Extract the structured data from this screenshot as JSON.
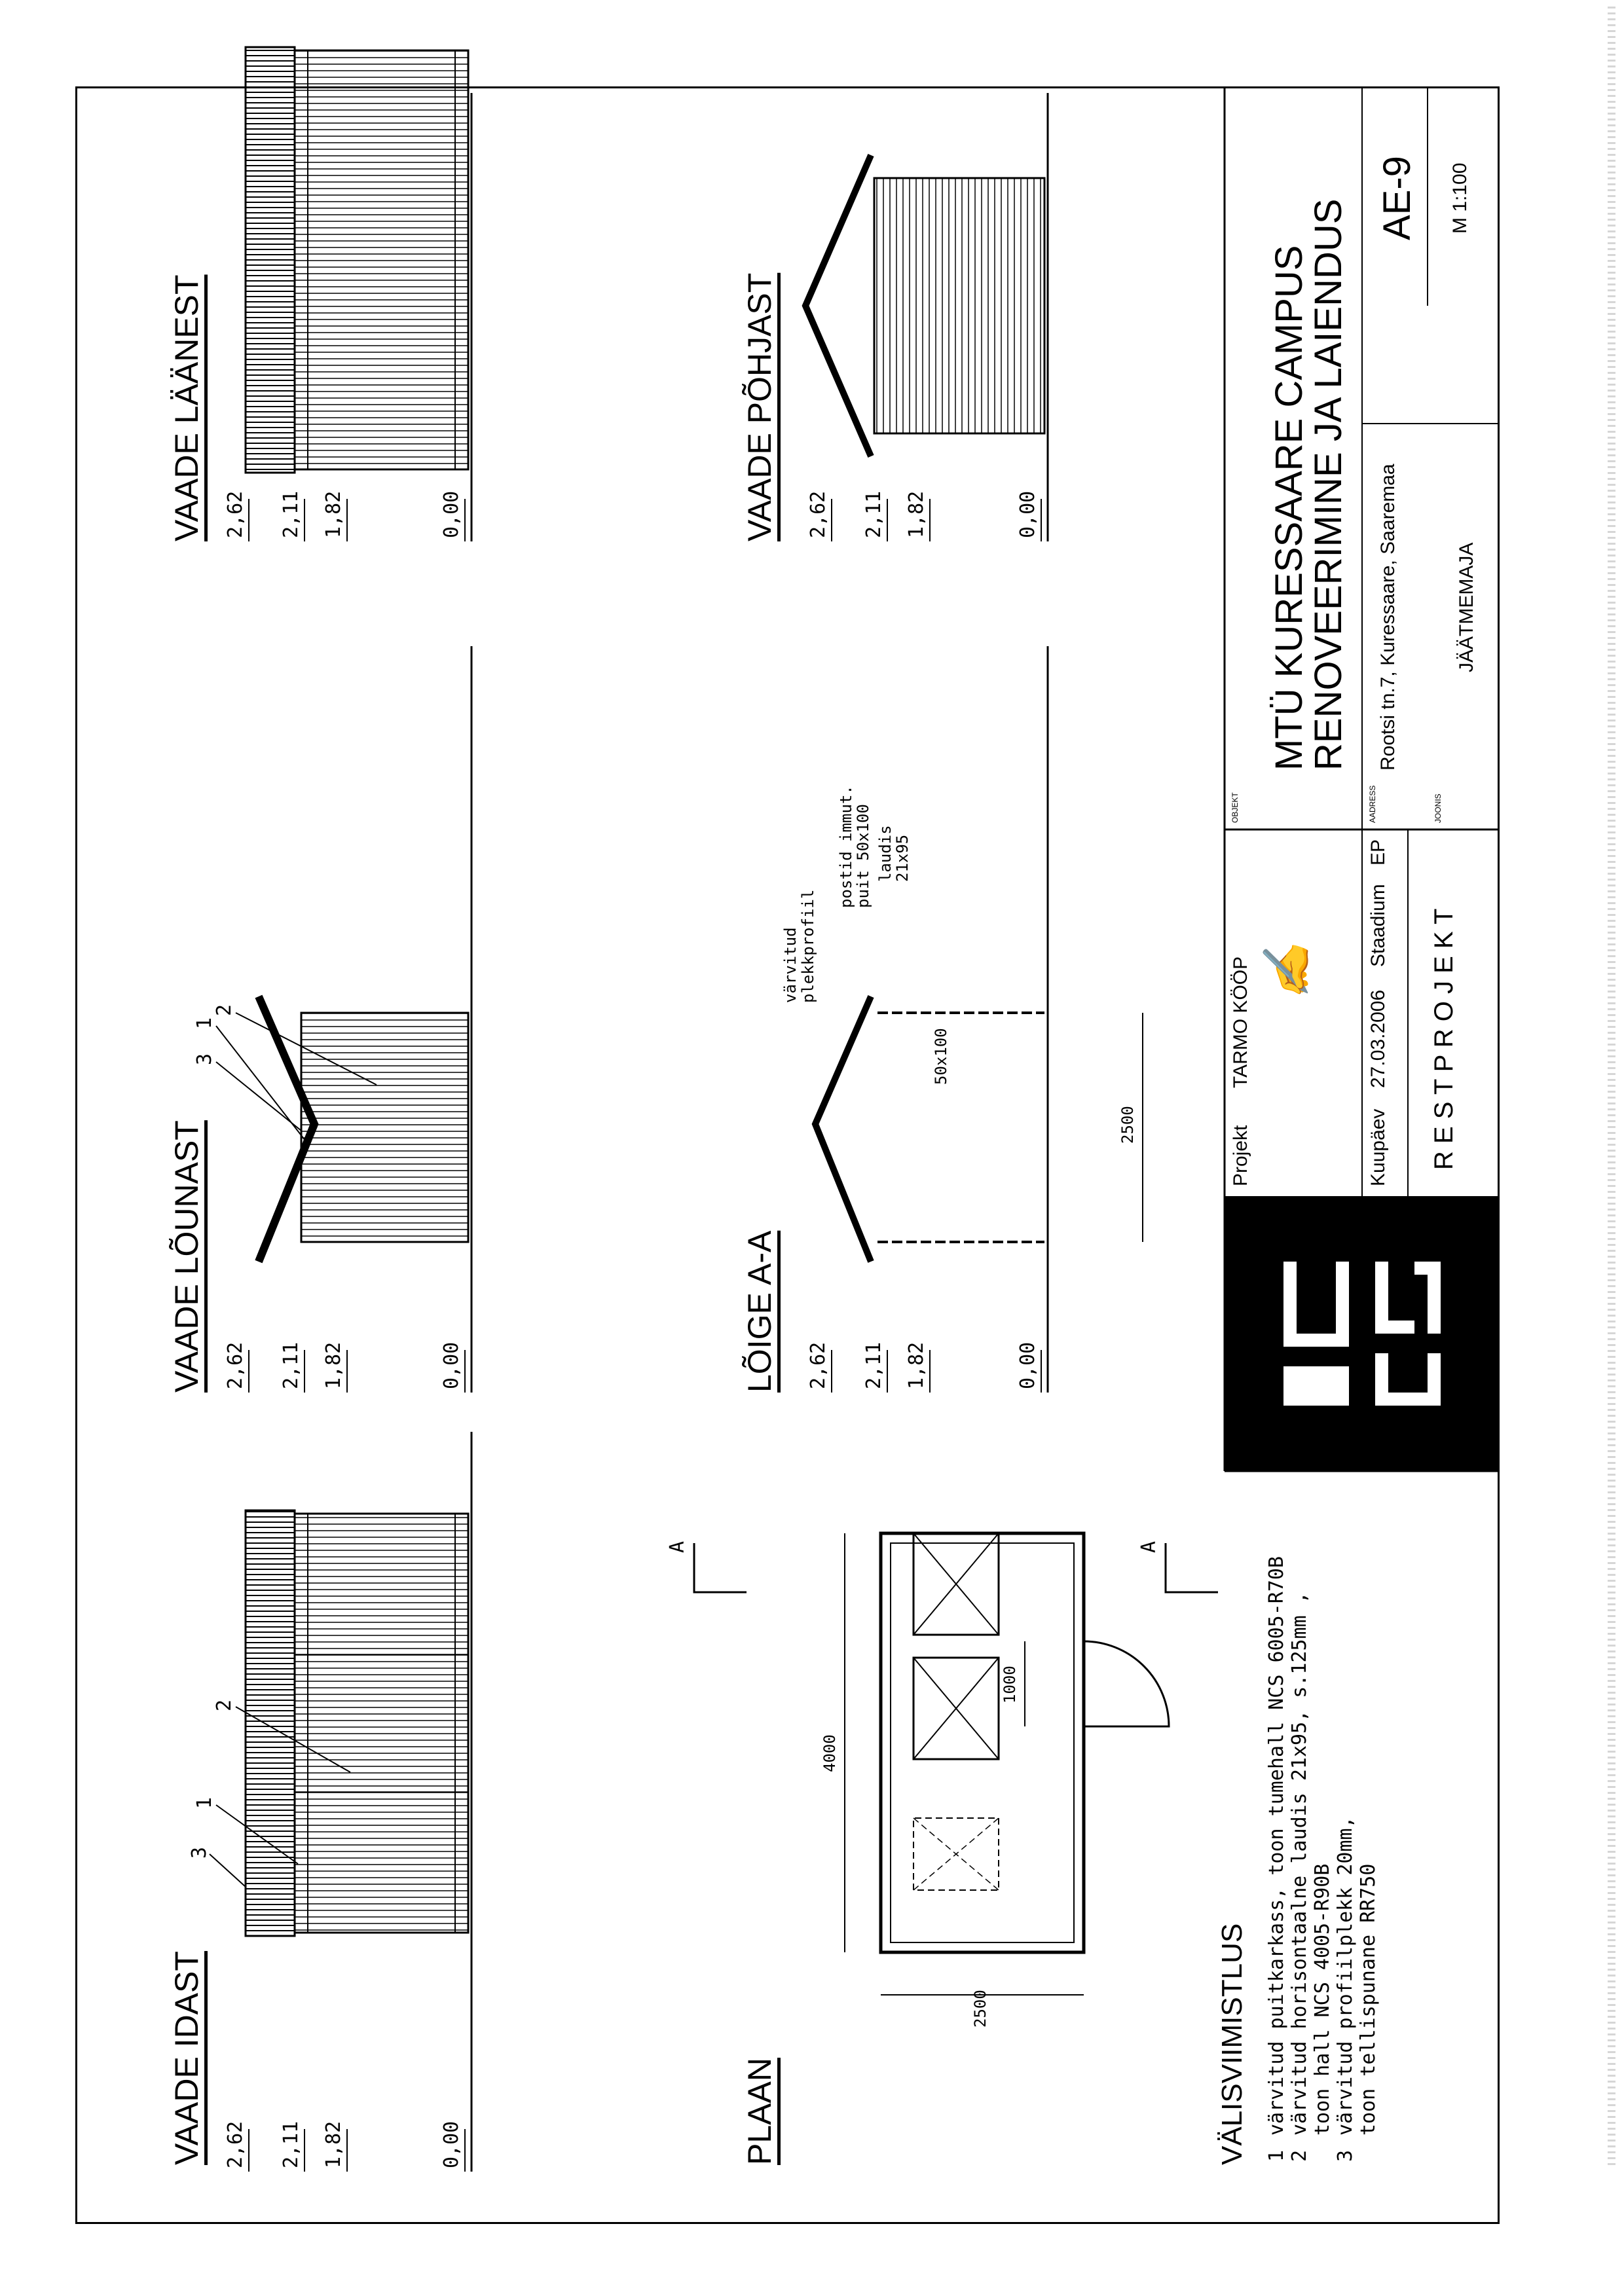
{
  "views": {
    "idast": "VAADE IDAST",
    "lounast": "VAADE LÕUNAST",
    "laanest": "VAADE LÄÄNEST",
    "plaan": "PLAAN",
    "loige": "LÕIGE A-A",
    "pohjast": "VAADE PÕHJAST"
  },
  "levels": [
    "2,62",
    "2,11",
    "1,82",
    "0,00"
  ],
  "callouts": [
    "3",
    "1",
    "2"
  ],
  "section": {
    "label1": "värvitud",
    "label2": "plekkprofiil",
    "label3": "postid immut.",
    "label4": "puit 50x100",
    "label5": "laudis",
    "label6": "21x95",
    "post_label": "50x100",
    "dim": "2500"
  },
  "plan": {
    "dim_width": "4000",
    "dim_depth": "2500",
    "dim_door": "1000",
    "section_mark": "A"
  },
  "finishes": {
    "title": "VÄLISVIIMISTLUS",
    "items": [
      {
        "n": "1",
        "text": "värvitud puitkarkass,   toon tumehall NCS 6005-R70B"
      },
      {
        "n": "2",
        "text": "värvitud horisontaalne laudis 21x95,    s.125mm ,"
      },
      {
        "n": "",
        "text": "  toon hall NCS 4005-R90B"
      },
      {
        "n": "3",
        "text": "värvitud profiilplekk 20mm,"
      },
      {
        "n": "",
        "text": "  toon tellispunane RR750"
      }
    ]
  },
  "titleblock": {
    "projekt_label": "Projekt",
    "projekt_value": "TARMO KÖÖP",
    "kuupaev_label": "Kuupäev",
    "kuupaev_value": "27.03.2006",
    "staadium_label": "Staadium",
    "staadium_value": "EP",
    "stage_name": "R E S T P R O J E K T",
    "objekt_label": "OBJEKT",
    "object_line1": "MTÜ KURESSAARE CAMPUS",
    "object_line2": "RENOVEERIMINE JA LAIENDUS",
    "aadress_label": "AADRESS",
    "address": "Rootsi tn.7, Kuressaare, Saaremaa",
    "joonis_label": "JOONIS",
    "drawing": "JÄÄTMEMAJA",
    "sheet_no": "AE-9",
    "scale": "M 1:100"
  }
}
